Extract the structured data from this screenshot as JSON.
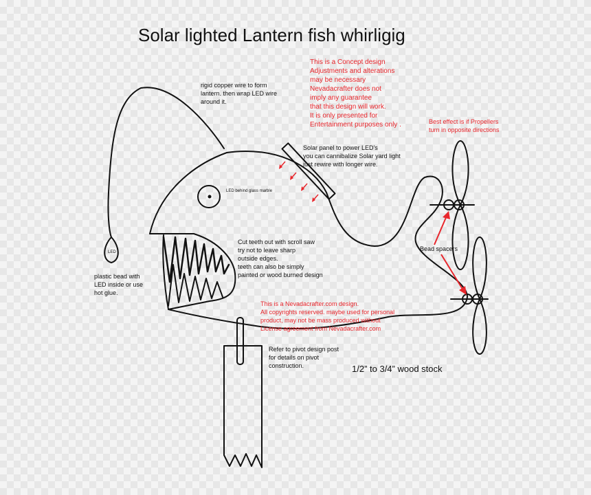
{
  "title": "Solar lighted Lantern fish whirligig",
  "notes": {
    "copper_wire": "rigid copper wire to form\nlantern. then wrap LED wire\naround it.",
    "concept_disclaimer": "This is a Concept design\nAdjustments and alterations\nmay be necessary\nNevadacrafter does not\nimply any guarantee\nthat this design will work.\nIt is only presented for\nEntertainment purposes only .",
    "propellers": "Best effect is if Propellers\nturn in opposite directions",
    "solar_panel": "Solar panel to power LED's\nyou can cannibalize Solar yard light\n    just rewire  with longer wire.",
    "eye": "LED behind glass marble",
    "teeth": "Cut teeth out with scroll saw\ntry not to leave sharp\noutside edges.\nteeth can also be simply\npainted or wood burned design",
    "led_bead": "LED",
    "plastic_bead": "plastic bead with\nLED inside or use\nhot glue.",
    "bead_spacers": "Bead spacers",
    "copyright": "This is a Nevadacrafter.com design.\nAll copyrights reserved. maybe used for personal\nproduct, may not be mass produced without\nLicense agreement from Nevadacrafter.com",
    "pivot": "Refer to pivot design post\nfor details on pivot\nconstruction.",
    "wood_stock": "1/2” to 3/4” wood stock"
  },
  "colors": {
    "line": "#111111",
    "annotation_red": "#e8262c",
    "background_checker": "#f4f4f4"
  }
}
